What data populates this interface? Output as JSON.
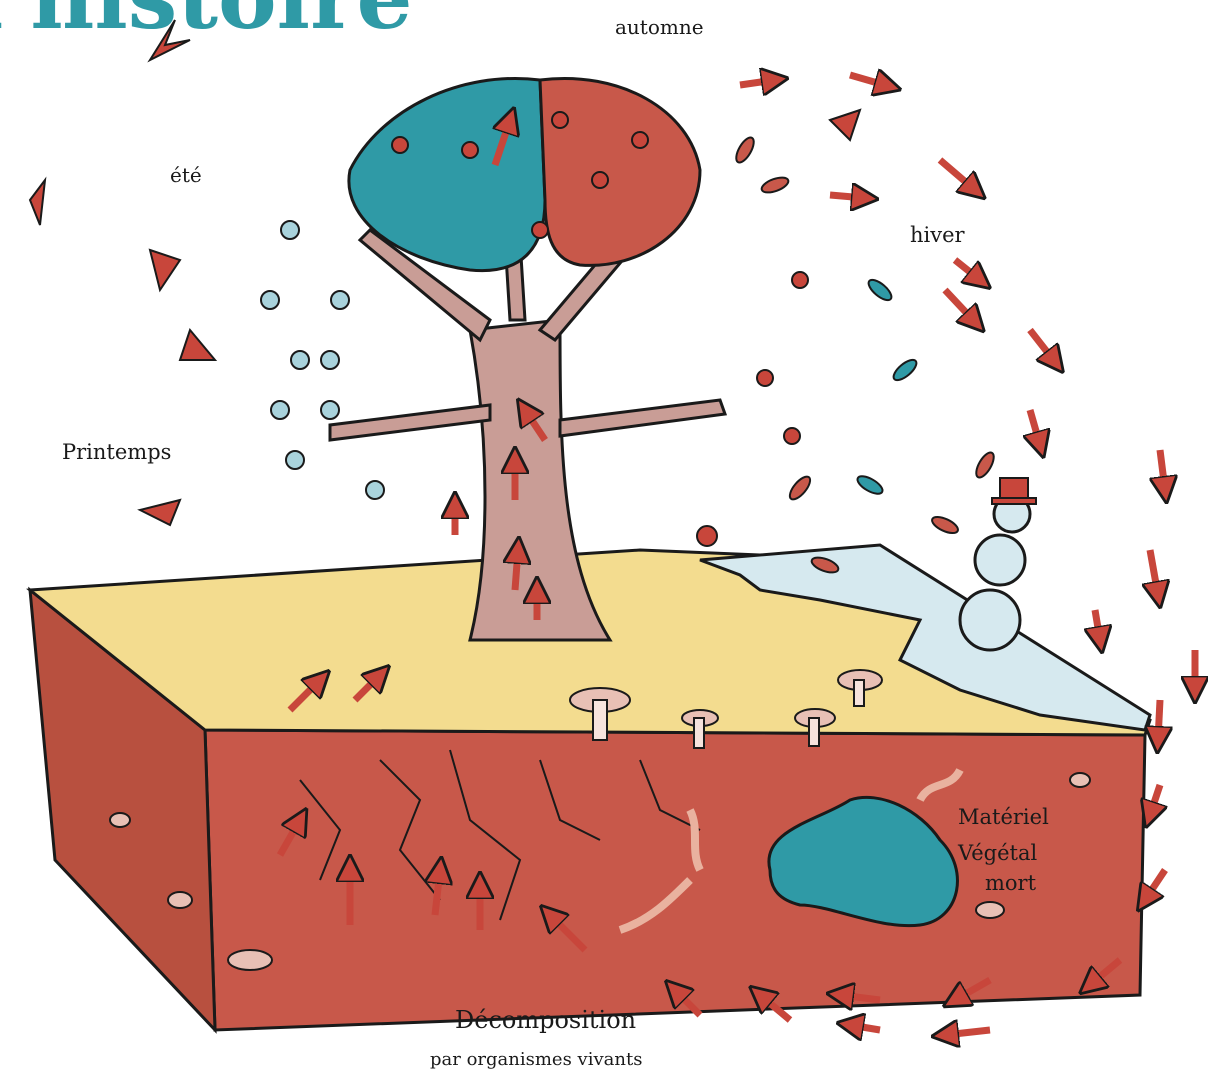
{
  "title": "l'histoire",
  "labels": {
    "summer": "été",
    "autumn": "automne",
    "winter": "hiver",
    "spring": "Printemps",
    "dead_matter_line1": "Matériel",
    "dead_matter_line2": "Végétal",
    "dead_matter_line3": "mort",
    "decomposition_line1": "Décomposition",
    "decomposition_line2": "par organismes vivants"
  },
  "colors": {
    "soil": "#c8584a",
    "soil_dark": "#a8463b",
    "ground": "#f3dc8f",
    "trunk": "#c99d96",
    "teal": "#2f9aa6",
    "red": "#c8463b",
    "snow": "#d6e9ef",
    "ink": "#1a1a1a"
  }
}
